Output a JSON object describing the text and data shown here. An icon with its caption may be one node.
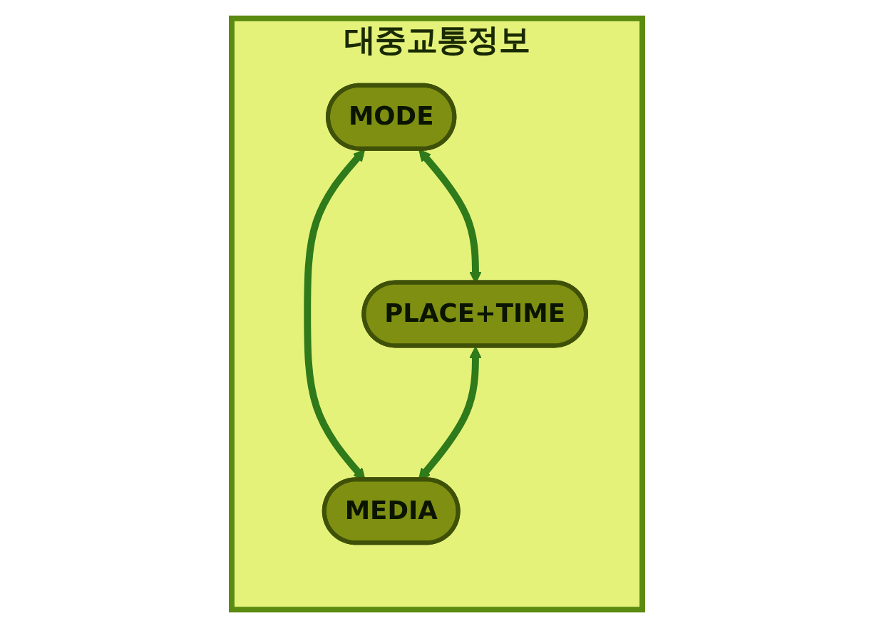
{
  "diagram": {
    "nodes": [
      {
        "text": [
          "대중교통정보"
        ]
      },
      {
        "text": [
          "MODE"
        ],
        "in": 0
      },
      {
        "text": [
          "PLACE+TIME"
        ],
        "in": 0
      },
      {
        "text": [
          "MEDIA"
        ],
        "in": 0
      }
    ],
    "edges": [
      {
        "from": 1,
        "to": 2,
        "arrow": "both"
      },
      {
        "from": 1,
        "to": 3,
        "arrow": "both"
      },
      {
        "from": 2,
        "to": 3,
        "arrow": "both"
      }
    ]
  }
}
